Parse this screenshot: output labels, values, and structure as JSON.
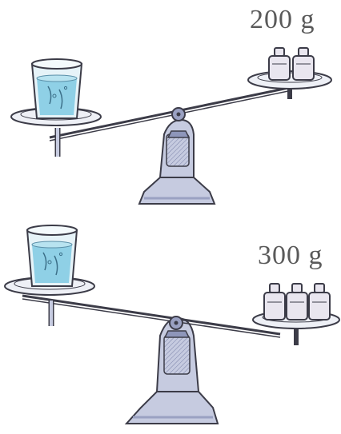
{
  "scales": [
    {
      "id": "top",
      "weight_label": "200 g",
      "weight_count": 2,
      "tilt": "left-down"
    },
    {
      "id": "bottom",
      "weight_label": "300 g",
      "weight_count": 3,
      "tilt": "right-down"
    }
  ],
  "colors": {
    "stand_fill": "#c6cbe0",
    "stand_shade": "#9aa1c2",
    "line": "#3c3c48",
    "water": "#8fd0e6",
    "glass": "#e6f3f8",
    "weight_fill": "#e9e6ef",
    "pan_fill": "#eef0f6"
  }
}
